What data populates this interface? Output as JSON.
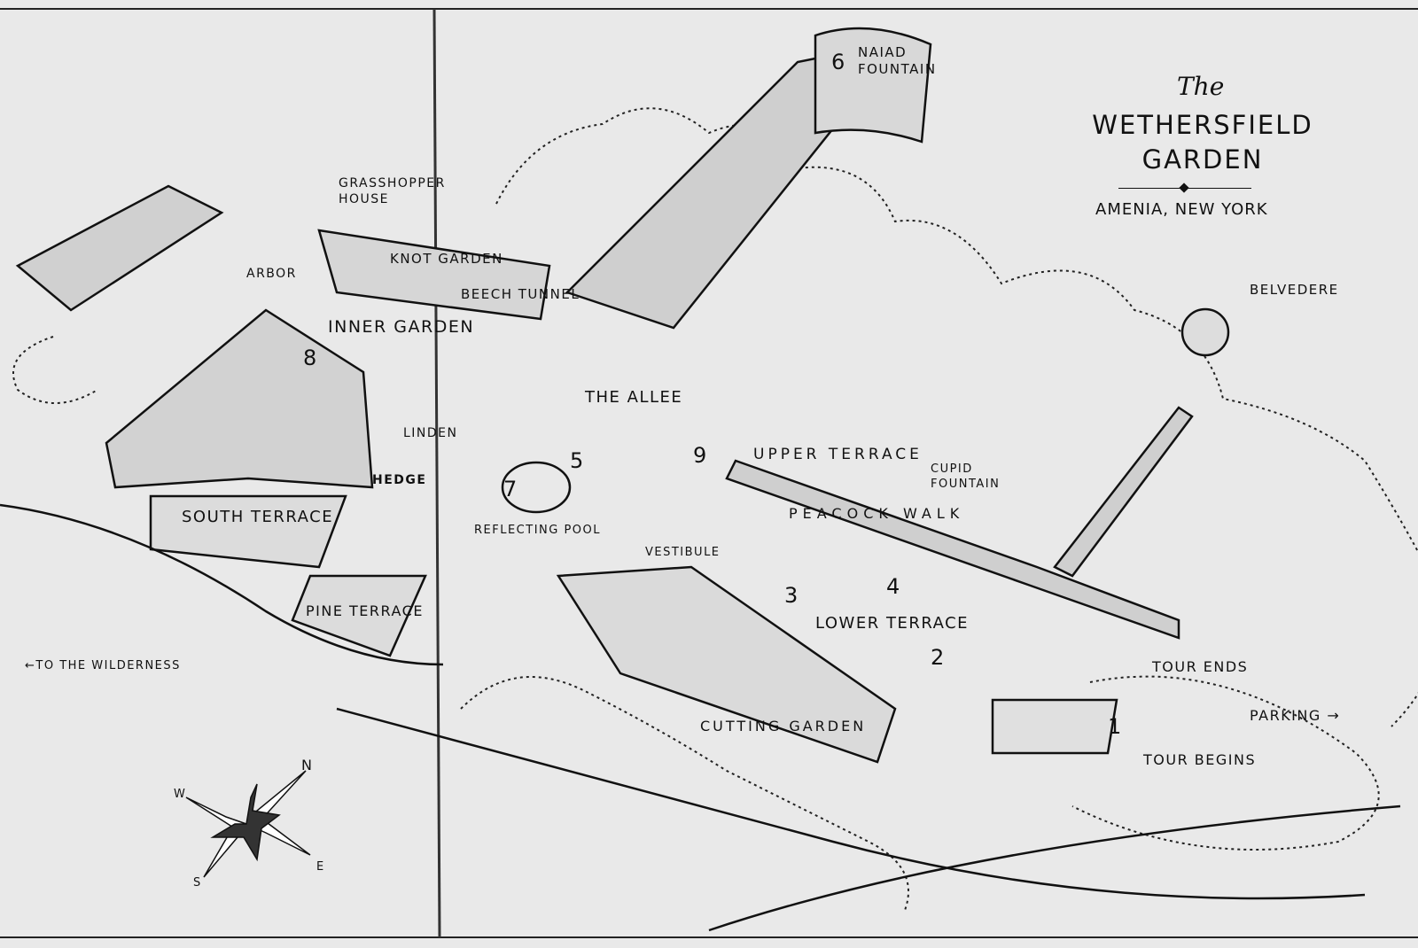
{
  "title": {
    "the": "The",
    "line1": "WETHERSFIELD",
    "line2": "GARDEN",
    "location": "AMENIA, NEW YORK"
  },
  "labels": {
    "naiad_fountain": "NAIAD FOUNTAIN",
    "belvedere": "BELVEDERE",
    "grasshopper_house": "GRASSHOPPER HOUSE",
    "arbor": "ARBOR",
    "knot_garden": "KNOT GARDEN",
    "inner_garden": "INNER GARDEN",
    "beech_tunnel": "BEECH TUNNEL",
    "the_allee": "THE ALLEE",
    "linden": "LINDEN",
    "hedge": "HEDGE",
    "south_terrace": "SOUTH TERRACE",
    "pine_terrace": "PINE TERRACE",
    "reflecting_pool": "REFLECTING POOL",
    "vestibule": "VESTIBULE",
    "upper_terrace": "UPPER TERRACE",
    "peacock_walk": "PEACOCK WALK",
    "cupid_fountain": "CUPID FOUNTAIN",
    "lower_terrace": "LOWER TERRACE",
    "cutting_garden": "CUTTING GARDEN",
    "tour_ends": "TOUR ENDS",
    "parking": "PARKING →",
    "tour_begins": "TOUR BEGINS",
    "to_the_wilderness": "←TO THE WILDERNESS"
  },
  "tour_stops": [
    "1",
    "2",
    "3",
    "4",
    "5",
    "6",
    "7",
    "8",
    "9"
  ],
  "compass": {
    "n": "N",
    "s": "S",
    "e": "E",
    "w": "W"
  },
  "colors": {
    "paper": "#e9e9e9",
    "ink": "#111111"
  }
}
